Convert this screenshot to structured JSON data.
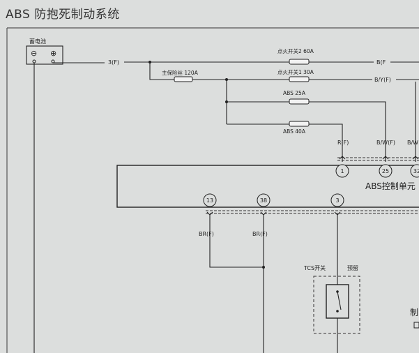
{
  "title": "ABS 防抱死制动系统",
  "battery": {
    "label": "蓄电池",
    "neg_symbol": "⊖",
    "pos_symbol": "⊕"
  },
  "wires": {
    "main": "3(F)",
    "ign2_out": "B(F",
    "ign1_out": "B/Y(F)",
    "r_f": "R(F)",
    "bw_f": "B/W(F)",
    "bw_cut": "B/W",
    "br_f_13": "BR(F)",
    "br_f_38": "BR(F)"
  },
  "fuses": {
    "ign2": "点火开关2 60A",
    "main": "主保险丝 120A",
    "ign1": "点火开关1 30A",
    "abs25": "ABS 25A",
    "abs40": "ABS 40A"
  },
  "module": {
    "label": "ABS控制单元"
  },
  "pins": {
    "p1": "1",
    "p25": "25",
    "p32": "32",
    "p13": "13",
    "p38": "38",
    "p3": "3"
  },
  "switch": {
    "label": "TCS开关",
    "reserve": "预留"
  },
  "edge_text": {
    "right_char": "制"
  },
  "colors": {
    "background": "#dcdedd",
    "wire": "#222222",
    "fuse_fill": "#f2f2f2"
  }
}
